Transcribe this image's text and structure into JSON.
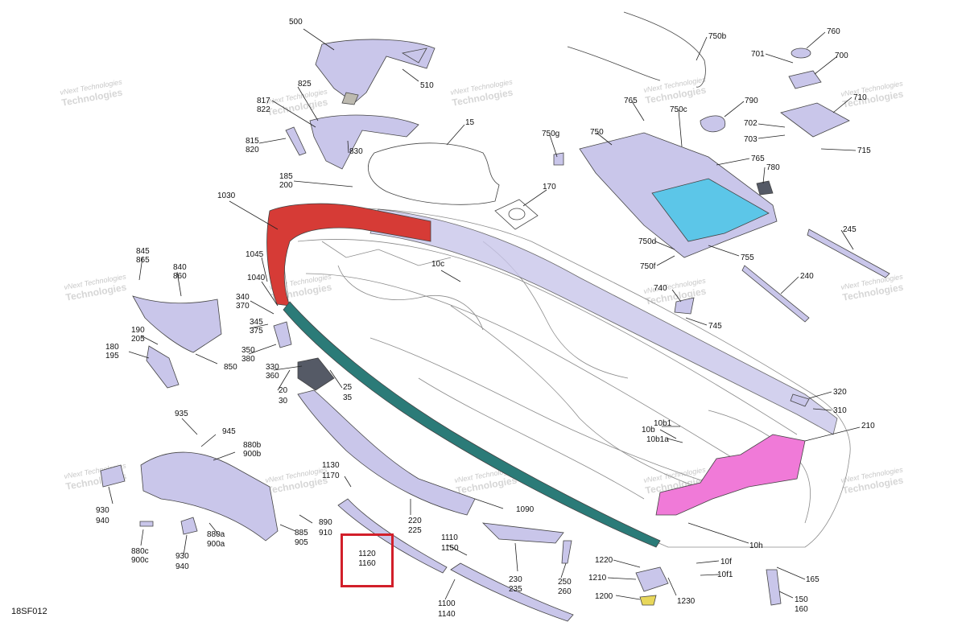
{
  "figure_code": "18SF012",
  "watermark": {
    "line1": "vNext Technologies",
    "line2": "Technologies"
  },
  "colors": {
    "part_fill": "#c9c6ea",
    "red_trim": "#d63b36",
    "teal_trim": "#2b7b78",
    "magenta_mat": "#f07ad8",
    "cyan_panel": "#5cc6e8",
    "highlight": "#d21f2a"
  },
  "highlighted_callout": {
    "line1": "1120",
    "line2": "1160"
  },
  "callouts": [
    {
      "id": "c500",
      "text": "500"
    },
    {
      "id": "c510",
      "text": "510"
    },
    {
      "id": "c825",
      "text": "825"
    },
    {
      "id": "c817",
      "text": "817"
    },
    {
      "id": "c822",
      "text": "822"
    },
    {
      "id": "c815",
      "text": "815"
    },
    {
      "id": "c820",
      "text": "820"
    },
    {
      "id": "c830",
      "text": "830"
    },
    {
      "id": "c15",
      "text": "15"
    },
    {
      "id": "c185",
      "text": "185"
    },
    {
      "id": "c200",
      "text": "200"
    },
    {
      "id": "c170",
      "text": "170"
    },
    {
      "id": "c1030",
      "text": "1030"
    },
    {
      "id": "c1045",
      "text": "1045"
    },
    {
      "id": "c1040",
      "text": "1040"
    },
    {
      "id": "c845",
      "text": "845"
    },
    {
      "id": "c865",
      "text": "865"
    },
    {
      "id": "c840",
      "text": "840"
    },
    {
      "id": "c860",
      "text": "860"
    },
    {
      "id": "c10c",
      "text": "10c"
    },
    {
      "id": "c340",
      "text": "340"
    },
    {
      "id": "c370",
      "text": "370"
    },
    {
      "id": "c345",
      "text": "345"
    },
    {
      "id": "c375",
      "text": "375"
    },
    {
      "id": "c190",
      "text": "190"
    },
    {
      "id": "c205",
      "text": "205"
    },
    {
      "id": "c180",
      "text": "180"
    },
    {
      "id": "c195",
      "text": "195"
    },
    {
      "id": "c350",
      "text": "350"
    },
    {
      "id": "c380",
      "text": "380"
    },
    {
      "id": "c850",
      "text": "850"
    },
    {
      "id": "c330",
      "text": "330"
    },
    {
      "id": "c360",
      "text": "360"
    },
    {
      "id": "c25",
      "text": "25"
    },
    {
      "id": "c35",
      "text": "35"
    },
    {
      "id": "c20",
      "text": "20"
    },
    {
      "id": "c30",
      "text": "30"
    },
    {
      "id": "c935",
      "text": "935"
    },
    {
      "id": "c945",
      "text": "945"
    },
    {
      "id": "c880b",
      "text": "880b"
    },
    {
      "id": "c900b",
      "text": "900b"
    },
    {
      "id": "c930a",
      "text": "930"
    },
    {
      "id": "c940a",
      "text": "940"
    },
    {
      "id": "c1130",
      "text": "1130"
    },
    {
      "id": "c1170",
      "text": "1170"
    },
    {
      "id": "c890",
      "text": "890"
    },
    {
      "id": "c910",
      "text": "910"
    },
    {
      "id": "c885",
      "text": "885"
    },
    {
      "id": "c905",
      "text": "905"
    },
    {
      "id": "c880a",
      "text": "880a"
    },
    {
      "id": "c900a",
      "text": "900a"
    },
    {
      "id": "c880c",
      "text": "880c"
    },
    {
      "id": "c900c",
      "text": "900c"
    },
    {
      "id": "c930b",
      "text": "930"
    },
    {
      "id": "c940b",
      "text": "940"
    },
    {
      "id": "c220",
      "text": "220"
    },
    {
      "id": "c225",
      "text": "225"
    },
    {
      "id": "c1090",
      "text": "1090"
    },
    {
      "id": "c1110",
      "text": "1110"
    },
    {
      "id": "c1150",
      "text": "1150"
    },
    {
      "id": "c230",
      "text": "230"
    },
    {
      "id": "c235",
      "text": "235"
    },
    {
      "id": "c250",
      "text": "250"
    },
    {
      "id": "c260",
      "text": "260"
    },
    {
      "id": "c1100",
      "text": "1100"
    },
    {
      "id": "c1140",
      "text": "1140"
    },
    {
      "id": "c1220",
      "text": "1220"
    },
    {
      "id": "c1210",
      "text": "1210"
    },
    {
      "id": "c1200",
      "text": "1200"
    },
    {
      "id": "c1230",
      "text": "1230"
    },
    {
      "id": "c10f",
      "text": "10f"
    },
    {
      "id": "c10f1",
      "text": "10f1"
    },
    {
      "id": "c165",
      "text": "165"
    },
    {
      "id": "c150",
      "text": "150"
    },
    {
      "id": "c160",
      "text": "160"
    },
    {
      "id": "c10h",
      "text": "10h"
    },
    {
      "id": "c10b",
      "text": "10b"
    },
    {
      "id": "c10b1",
      "text": "10b1"
    },
    {
      "id": "c10b1a",
      "text": "10b1a"
    },
    {
      "id": "c210",
      "text": "210"
    },
    {
      "id": "c310",
      "text": "310"
    },
    {
      "id": "c320",
      "text": "320"
    },
    {
      "id": "c740",
      "text": "740"
    },
    {
      "id": "c745",
      "text": "745"
    },
    {
      "id": "c750d",
      "text": "750d"
    },
    {
      "id": "c750f",
      "text": "750f"
    },
    {
      "id": "c755",
      "text": "755"
    },
    {
      "id": "c240",
      "text": "240"
    },
    {
      "id": "c245",
      "text": "245"
    },
    {
      "id": "c750g",
      "text": "750g"
    },
    {
      "id": "c750",
      "text": "750"
    },
    {
      "id": "c765a",
      "text": "765"
    },
    {
      "id": "c750c",
      "text": "750c"
    },
    {
      "id": "c790",
      "text": "790"
    },
    {
      "id": "c765b",
      "text": "765"
    },
    {
      "id": "c780",
      "text": "780"
    },
    {
      "id": "c750b",
      "text": "750b"
    },
    {
      "id": "c760",
      "text": "760"
    },
    {
      "id": "c701",
      "text": "701"
    },
    {
      "id": "c700",
      "text": "700"
    },
    {
      "id": "c710",
      "text": "710"
    },
    {
      "id": "c702",
      "text": "702"
    },
    {
      "id": "c703",
      "text": "703"
    },
    {
      "id": "c715",
      "text": "715"
    }
  ]
}
